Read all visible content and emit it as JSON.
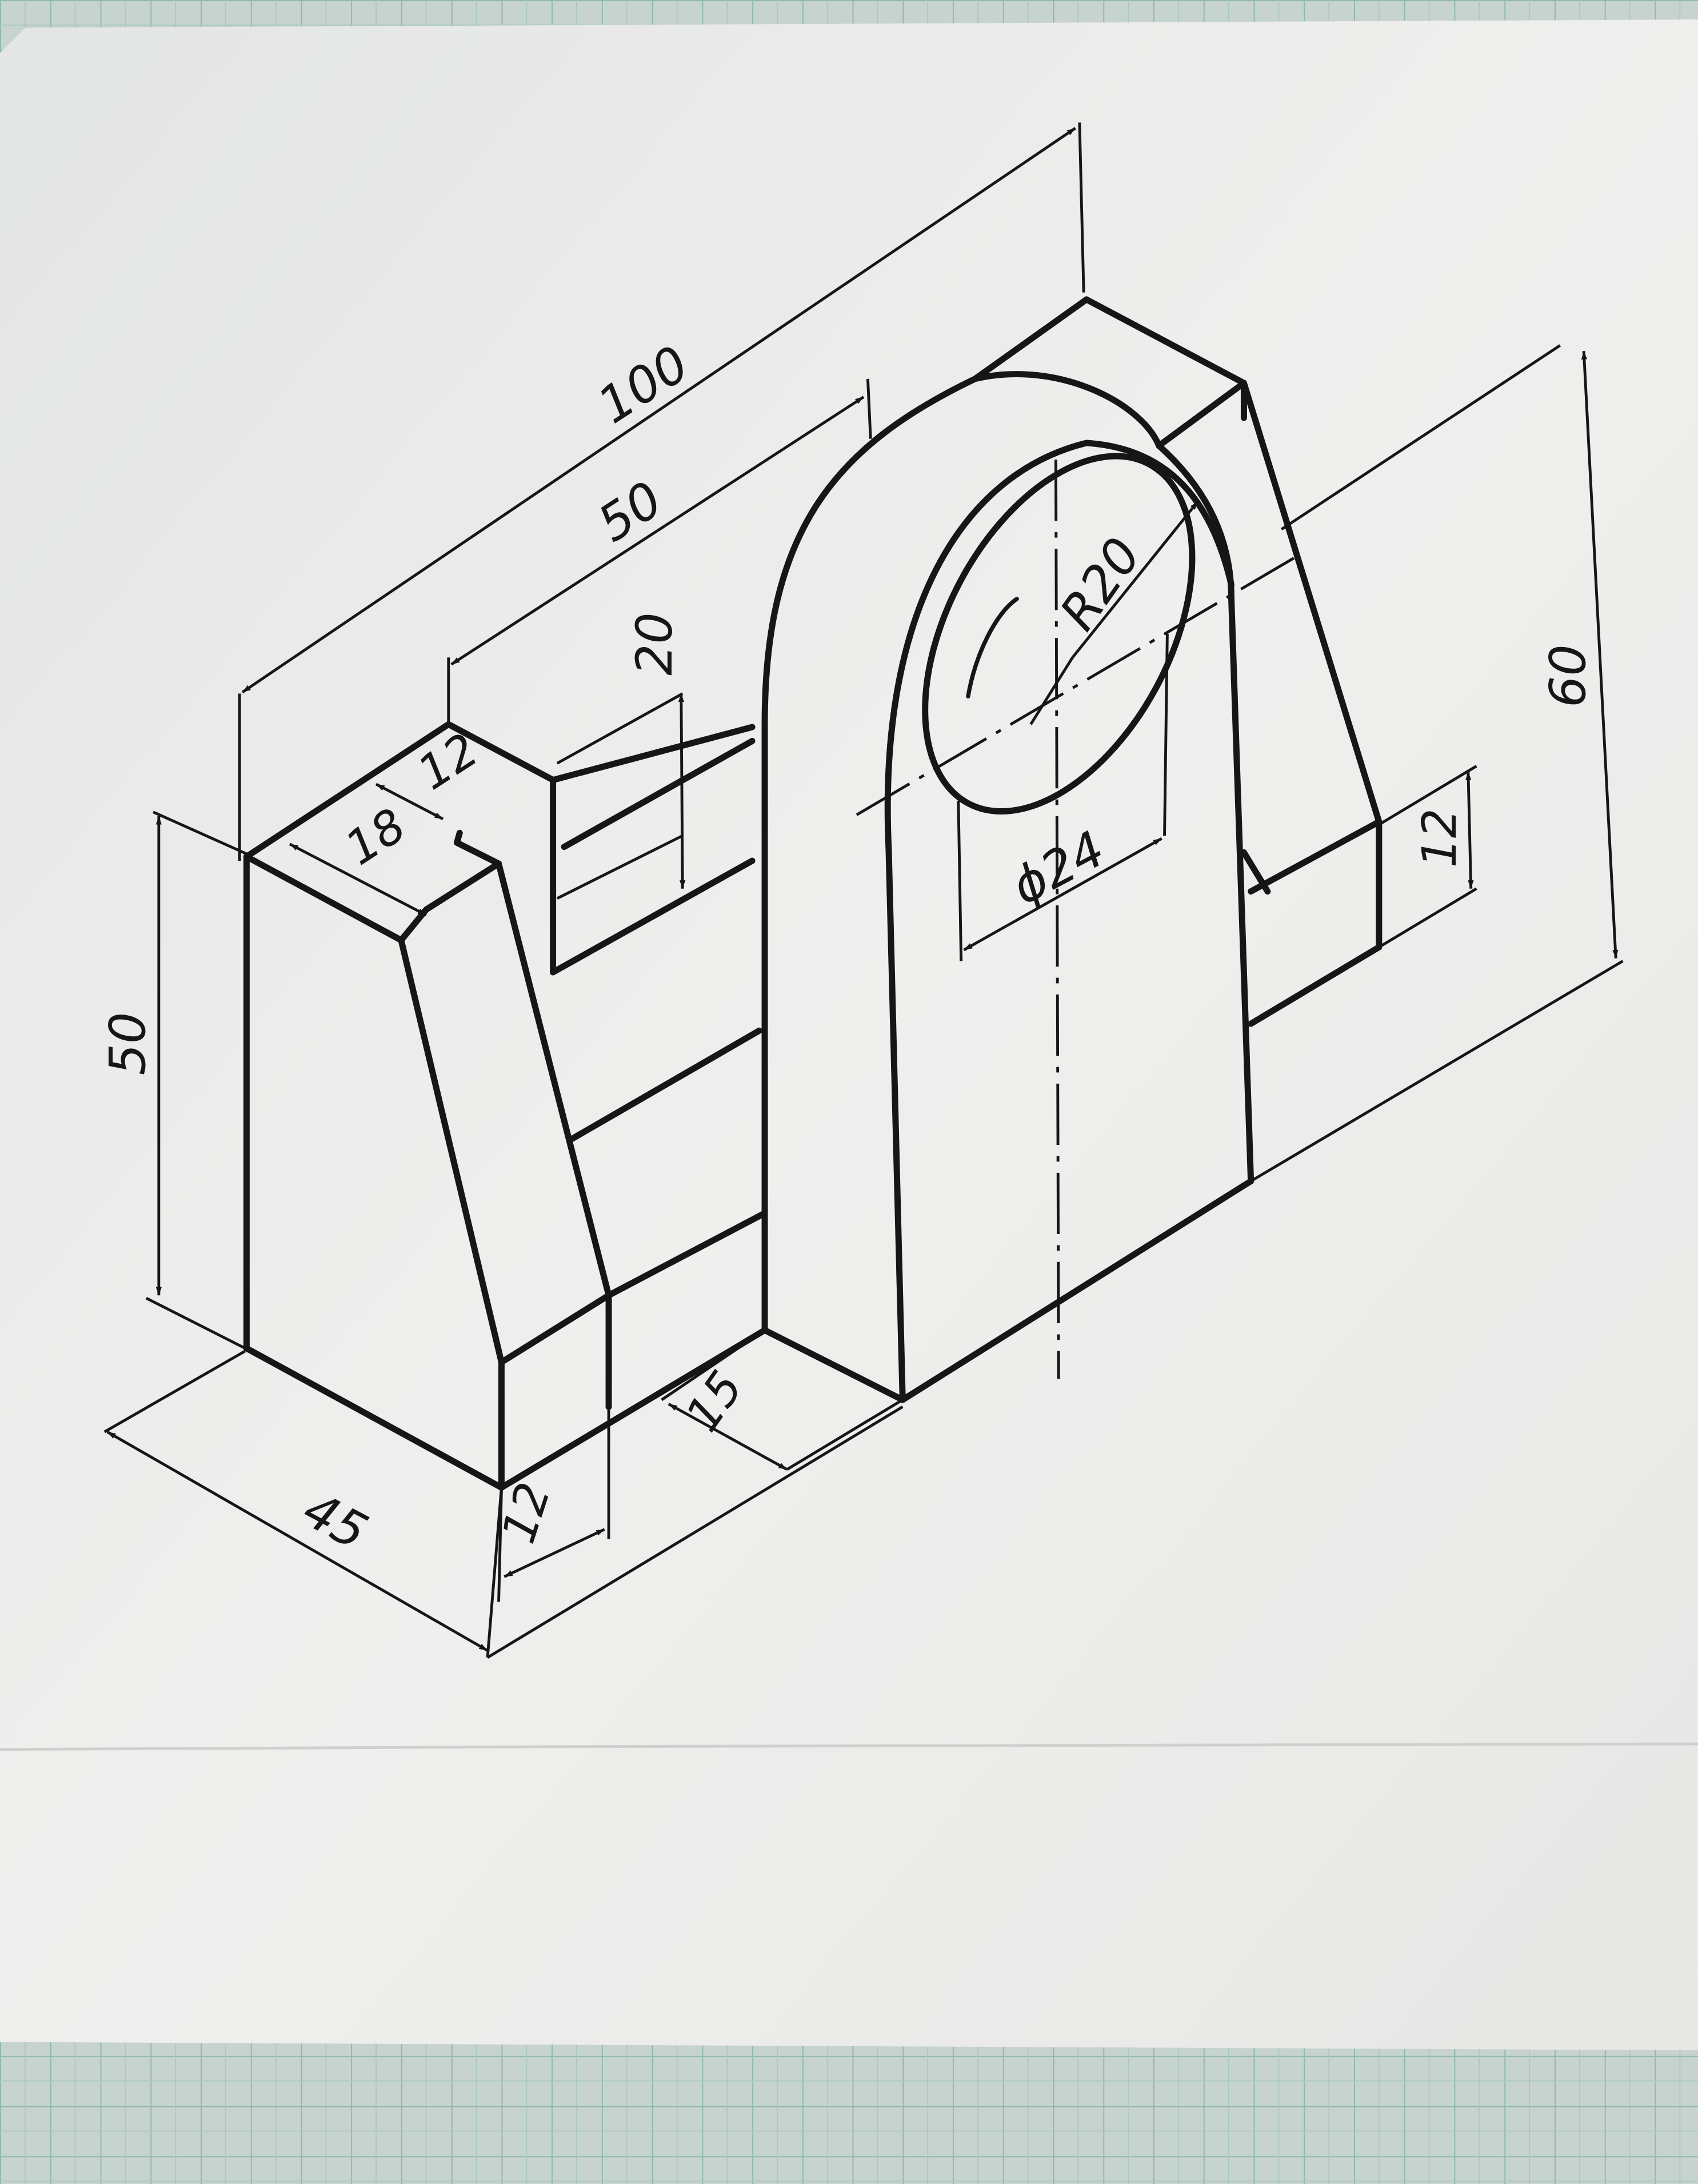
{
  "drawing": {
    "dimensions": {
      "overall_length": "100",
      "upright_position": "50",
      "slot_depth": "20",
      "slot_width": "12",
      "block_top_width": "18",
      "block_height": "50",
      "arch_radius": "R20",
      "hole_diameter": "ϕ24",
      "total_height": "60",
      "rib_height": "12",
      "depth": "45",
      "base_front": "12",
      "upright_thickness": "15"
    }
  },
  "colors": {
    "paper": "#ececea",
    "line": "#161616",
    "grid_paper": "#c7d3ce",
    "grid_line": "#8fb8b2"
  }
}
